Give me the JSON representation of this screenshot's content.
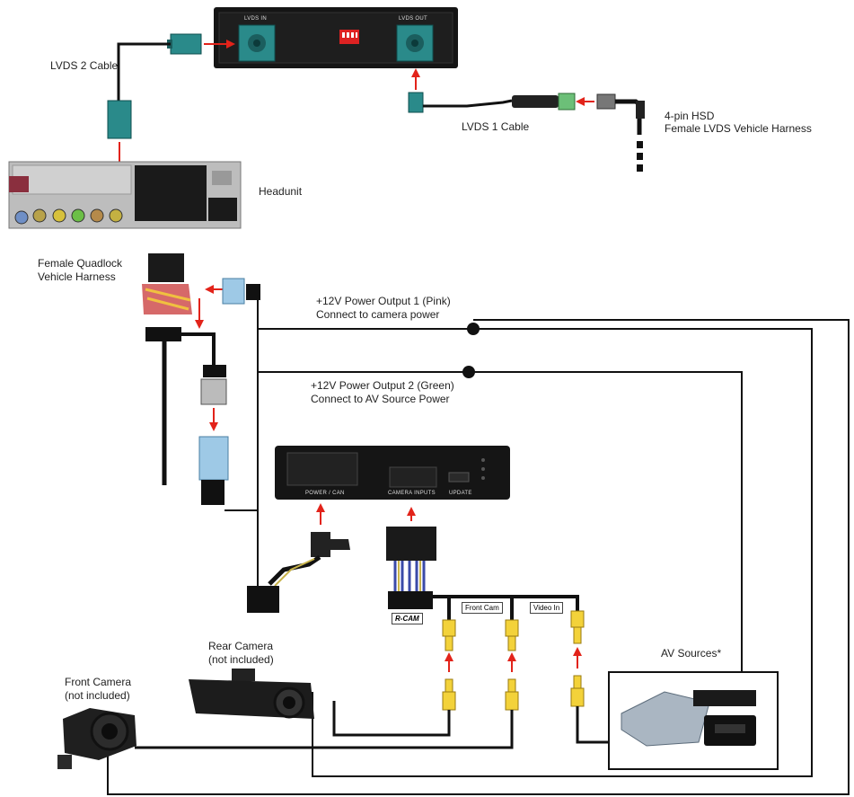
{
  "labels": {
    "lvds2_cable": "LVDS 2 Cable",
    "lvds1_cable": "LVDS 1 Cable",
    "hsd_line1": "4-pin HSD",
    "hsd_line2": "Female LVDS Vehicle Harness",
    "headunit": "Headunit",
    "quadlock_line1": "Female Quadlock",
    "quadlock_line2": "Vehicle Harness",
    "power1_line1": "+12V Power Output 1 (Pink)",
    "power1_line2": "Connect to camera power",
    "power2_line1": "+12V Power Output 2 (Green)",
    "power2_line2": "Connect to AV Source Power",
    "rear_cam_line1": "Rear Camera",
    "rear_cam_line2": "(not included)",
    "front_cam_line1": "Front Camera",
    "front_cam_line2": "(not included)",
    "av_sources": "AV Sources*"
  },
  "tags": {
    "rcam": "R-CAM",
    "front_cam": "Front Cam",
    "video_in": "Video In"
  },
  "module_ports": {
    "lvds_in": "LVDS IN",
    "lvds_out": "LVDS OUT",
    "power_can": "POWER / CAN",
    "camera_inputs": "CAMERA INPUTS",
    "update": "UPDATE"
  },
  "colors": {
    "arrow": "#e2231a",
    "hsd_connector": "#2a8a8a",
    "quadlock_blue": "#9ec9e6",
    "rca_yellow": "#f3d23a",
    "module_body": "#1a1a1a",
    "wire": "#111111"
  }
}
